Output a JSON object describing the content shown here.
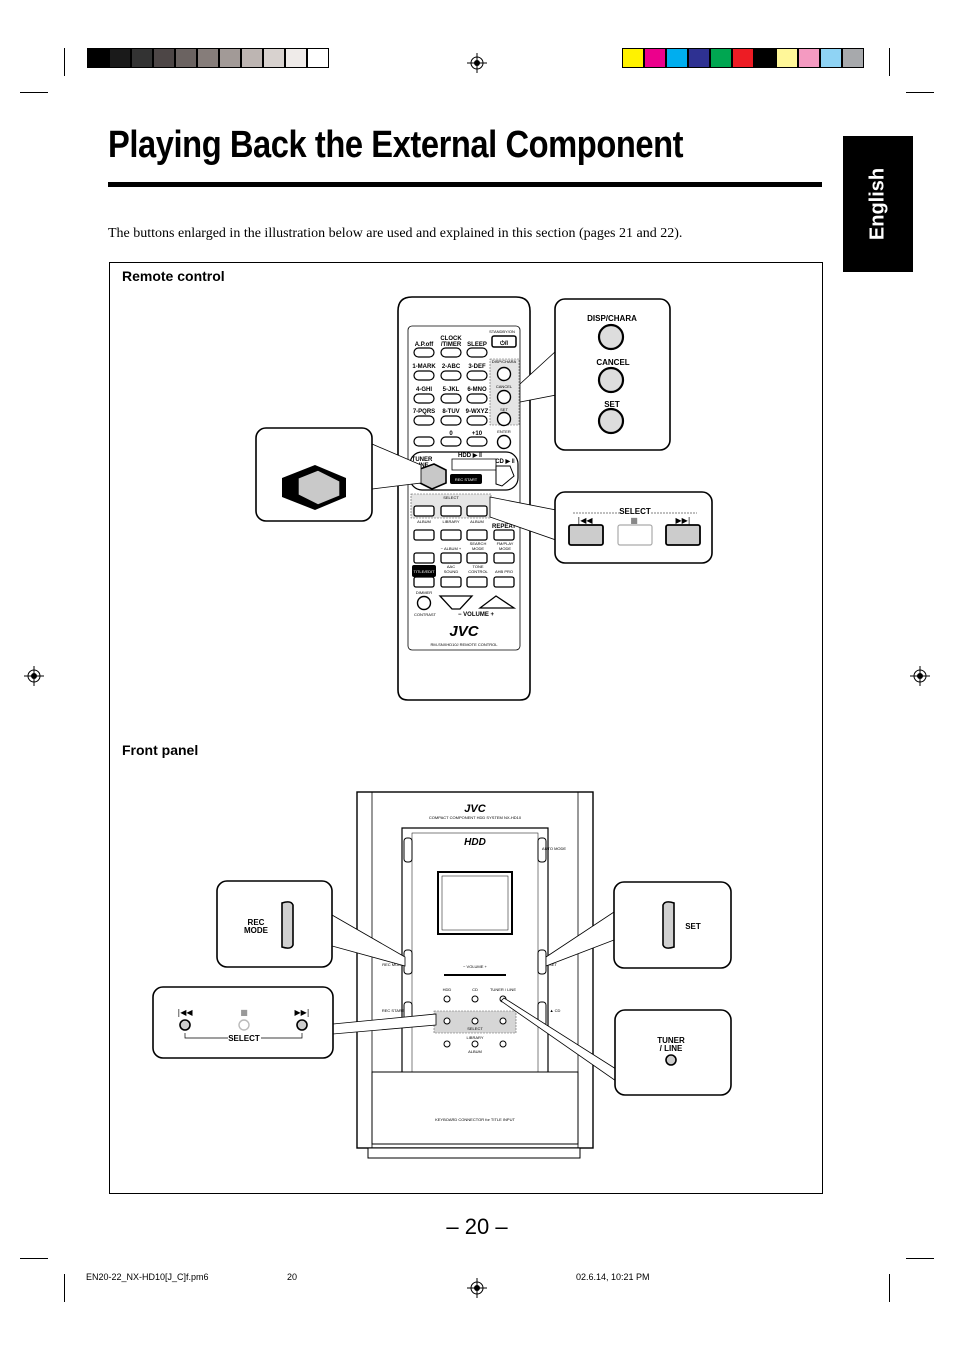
{
  "color_bar": {
    "grays": [
      "#000000",
      "#1a1a1a",
      "#333333",
      "#4d4646",
      "#6b6361",
      "#867d7a",
      "#a29a97",
      "#bdb5b2",
      "#d8d2cf",
      "#efebe9",
      "#ffffff"
    ],
    "colors": [
      "#fff200",
      "#ec008c",
      "#00aeef",
      "#2e3192",
      "#00a651",
      "#ed1c24",
      "#000000",
      "#fff799",
      "#f49ac1",
      "#8fd3f4",
      "#a7a9ac"
    ]
  },
  "header": {
    "title": "Playing Back the External Component",
    "language_tab": "English",
    "intro": "The buttons enlarged in the illustration below are used and explained in this section (pages 21 and 22)."
  },
  "remote_section": {
    "heading": "Remote control",
    "remote": {
      "brand": "JVC",
      "model": "RM-SNXHD10J  REMOTE CONTROL",
      "labels": {
        "standby": "STANDBY/ON",
        "standby_symbol": "⏻/I",
        "ap_off": "A.P.off",
        "clock": "CLOCK",
        "timer": "/TIMER",
        "sleep": "SLEEP",
        "disp_chara_small": "DISP/CHARA",
        "cancel_small": "CANCEL",
        "set_small": "SET",
        "enter": "ENTER",
        "keys": [
          "1-MARK",
          "2-ABC",
          "3-DEF",
          "4-GHI",
          "5-JKL",
          "6-MNO",
          "7-PQRS",
          "8-TUV",
          "9-WXYZ"
        ],
        "zero": "0",
        "plus10": "+10",
        "tuner": "TUNER",
        "line": "/LINE",
        "hdd": "HDD ▶ ‖",
        "cd": "CD ▶ ‖",
        "rec_start": "REC START",
        "select_small": "SELECT",
        "album_left": "ALBUM",
        "library": "LIBRARY",
        "album_right": "ALBUM",
        "repeat": "REPEAT",
        "search": "SEARCH",
        "mode": "MODE",
        "fm_play": "FM/PLAY",
        "mode2": "MODE",
        "album_adj": "−  ALBUM  +",
        "title_edit": "TITLE/EDIT",
        "aac": "AAC",
        "sound": "SOUND",
        "tone": "TONE",
        "control": "CONTROL",
        "ahb": "AHB PRO",
        "dimmer": "DIMMER",
        "contrast": "CONTRAST",
        "volume": "−   VOLUME   +"
      }
    },
    "callout_tuner": {
      "line1": "TUNER",
      "line2": "/LINE"
    },
    "callout_disp": {
      "disp": "DISP/CHARA",
      "cancel": "CANCEL",
      "set": "SET"
    },
    "callout_select": {
      "label": "SELECT"
    }
  },
  "front_section": {
    "heading": "Front panel",
    "unit": {
      "brand": "JVC",
      "model": "COMPACT COMPONENT HDD SYSTEM NX-HD10",
      "hdd_logo": "HDD",
      "auto_mode": "AUTO MODE",
      "rec_mode_small": "REC MODE",
      "rec_start_small": "REC START",
      "set_small": "SET",
      "cd_small": "▲ CD",
      "volume_small": "−  VOLUME  +",
      "hdd_small": "HDD",
      "cd_src": "CD",
      "tuner_small": "TUNER / LINE",
      "select_small": "SELECT",
      "library_small": "LIBRARY",
      "album_small": "ALBUM",
      "keyboard": "KEYBOARD CONNECTOR for TITLE INPUT"
    },
    "callout_rec_mode": {
      "line1": "REC",
      "line2": "MODE"
    },
    "callout_set": {
      "label": "SET"
    },
    "callout_select": {
      "label": "SELECT"
    },
    "callout_tuner": {
      "line1": "TUNER",
      "line2": "/ LINE"
    }
  },
  "page_number": "– 20 –",
  "footer": {
    "file": "EN20-22_NX-HD10[J_C]f.pm6",
    "page": "20",
    "date": "02.6.14, 10:21 PM"
  }
}
